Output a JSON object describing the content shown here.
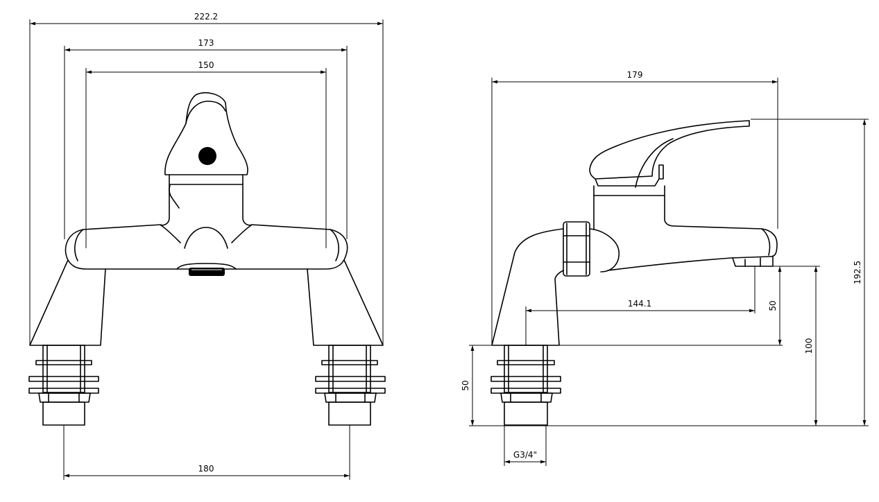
{
  "front_view": {
    "dimensions": {
      "overall_width": "222.2",
      "body_width": "173",
      "spout_span": "150",
      "tap_centres": "180"
    }
  },
  "side_view": {
    "dimensions": {
      "overall_depth": "179",
      "overall_height": "192.5",
      "spout_reach": "144.1",
      "spout_height": "50",
      "spout_clearance": "100",
      "tail_length": "50",
      "thread": "G3/4\""
    }
  }
}
